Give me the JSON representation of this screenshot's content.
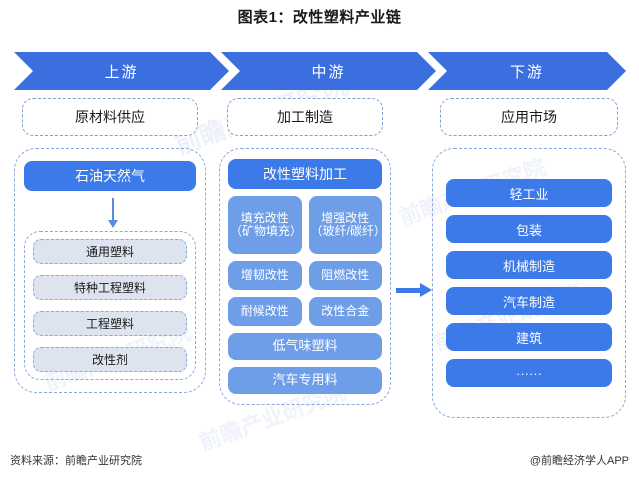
{
  "title": "图表1：改性塑料产业链",
  "banner": {
    "segments": [
      {
        "label": "上游"
      },
      {
        "label": "中游"
      },
      {
        "label": "下游"
      }
    ]
  },
  "upstream": {
    "header": "原材料供应",
    "primary": "石油天然气",
    "materials": [
      {
        "label": "通用塑料"
      },
      {
        "label": "特种工程塑料"
      },
      {
        "label": "工程塑料"
      },
      {
        "label": "改性剂"
      }
    ]
  },
  "midstream": {
    "header": "加工制造",
    "primary": "改性塑料加工",
    "pairs": [
      [
        {
          "label": "填充改性（矿物填充）"
        },
        {
          "label": "增强改性（玻纤/碳纤）"
        }
      ],
      [
        {
          "label": "增韧改性"
        },
        {
          "label": "阻燃改性"
        }
      ],
      [
        {
          "label": "耐候改性"
        },
        {
          "label": "改性合金"
        }
      ]
    ],
    "wide": [
      {
        "label": "低气味塑料"
      },
      {
        "label": "汽车专用料"
      }
    ]
  },
  "downstream": {
    "header": "应用市场",
    "applications": [
      {
        "label": "轻工业"
      },
      {
        "label": "包装"
      },
      {
        "label": "机械制造"
      },
      {
        "label": "汽车制造"
      },
      {
        "label": "建筑"
      },
      {
        "label": "······"
      }
    ]
  },
  "footer": {
    "source": "资料来源：前瞻产业研究院",
    "app": "@前瞻经济学人APP"
  },
  "watermark": {
    "text": "前瞻产业研究院"
  },
  "colors": {
    "banner_blue": "#3b6fe0",
    "strong_blue": "#3b7ae8",
    "mid_blue": "#6f9ee8",
    "soft_fill": "#dde4f0",
    "dash_border": "#8aa8dc"
  }
}
